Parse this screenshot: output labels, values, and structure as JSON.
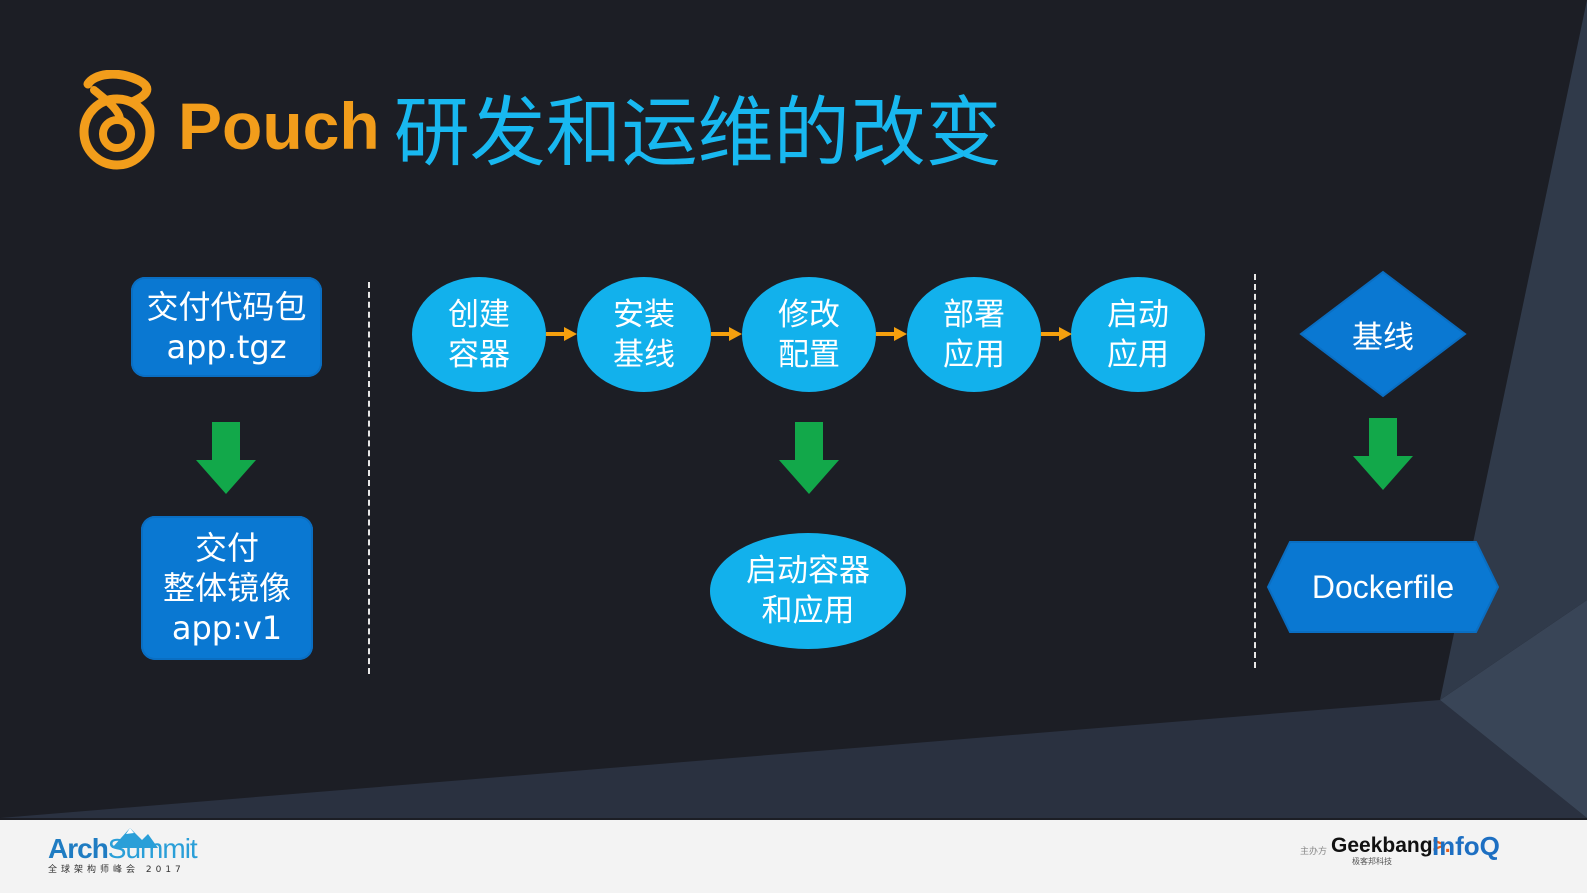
{
  "title": {
    "brand": "Pouch",
    "text": "研发和运维的改变"
  },
  "left_column": {
    "top_box": {
      "line1": "交付代码包",
      "line2": "app.tgz"
    },
    "bottom_box": {
      "line1": "交付",
      "line2": "整体镜像",
      "line3": "app:v1"
    }
  },
  "middle_column": {
    "steps": [
      {
        "line1": "创建",
        "line2": "容器"
      },
      {
        "line1": "安装",
        "line2": "基线"
      },
      {
        "line1": "修改",
        "line2": "配置"
      },
      {
        "line1": "部署",
        "line2": "应用"
      },
      {
        "line1": "启动",
        "line2": "应用"
      }
    ],
    "result": {
      "line1": "启动容器",
      "line2": "和应用"
    }
  },
  "right_column": {
    "diamond": "基线",
    "hexagon": "Dockerfile"
  },
  "footer": {
    "arch": "Arch",
    "summit": "Summit",
    "arch_sub": "全球架构师峰会 2017",
    "host_label": "主办方",
    "geek_a": "Geek",
    "geek_b": "bang",
    "geek_c": ">.",
    "geek_sub": "极客邦科技",
    "infoq": "InfoQ"
  },
  "colors": {
    "background": "#1c1e25",
    "brand_orange": "#f29d1b",
    "title_blue": "#18b8f0",
    "box_blue": "#0a78d2",
    "ellipse_blue": "#12b1ec",
    "arrow_green": "#12a84a",
    "arrow_orange": "#f5a00e"
  }
}
